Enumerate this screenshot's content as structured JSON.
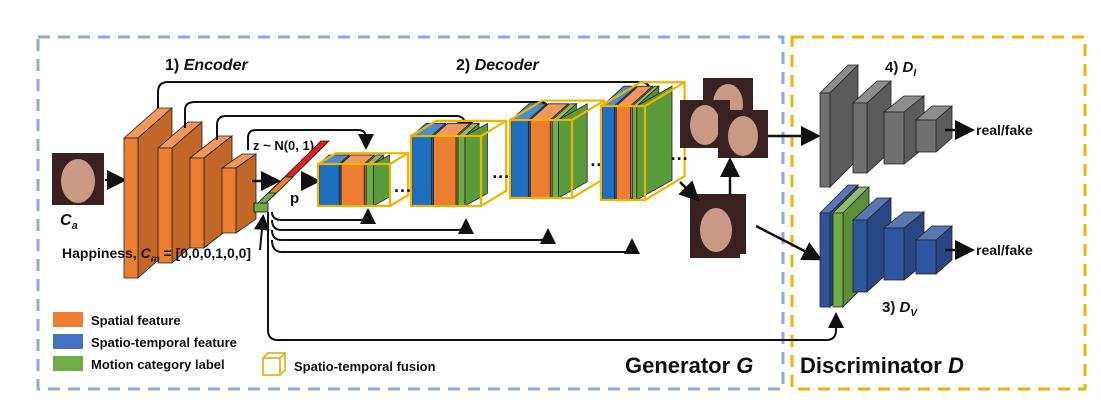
{
  "generator": {
    "title": "Generator",
    "title_symbol": "G",
    "encoder_label_num": "1)",
    "encoder_label": "Encoder",
    "decoder_label_num": "2)",
    "decoder_label": "Decoder",
    "noise_label": "z ~ N(0, 1)",
    "p_label": "p",
    "input_label": "C",
    "input_sub": "a",
    "category_label_prefix": "Happiness, ",
    "category_symbol": "C",
    "category_sub": "m",
    "category_value": " = [0,0,0,1,0,0]",
    "ellipsis": "···"
  },
  "discriminator": {
    "title": "Discriminator",
    "title_symbol": "D",
    "image_disc_num": "4)",
    "image_disc_symbol": "D",
    "image_disc_sub": "I",
    "video_disc_num": "3)",
    "video_disc_symbol": "D",
    "video_disc_sub": "V",
    "output_label_image": "real/fake",
    "output_label_video": "real/fake"
  },
  "legend": [
    {
      "label": "Spatial feature",
      "color": "#ed7d31"
    },
    {
      "label": "Spatio-temporal feature",
      "color": "#4472c4"
    },
    {
      "label": "Motion category label",
      "color": "#70ad47"
    }
  ],
  "legend_fusion": {
    "label": "Spatio-temporal fusion",
    "color": "#e6b422"
  },
  "colors": {
    "spatial": "#ed7d31",
    "spatio_temporal": "#1f6fbf",
    "motion": "#5b9a3a",
    "noise": "#e02020",
    "fusion": "#f0b400",
    "gen_border": "#8eaad8",
    "disc_border": "#f0b400",
    "disc_image": "#707070",
    "disc_video": "#2f55a0"
  }
}
